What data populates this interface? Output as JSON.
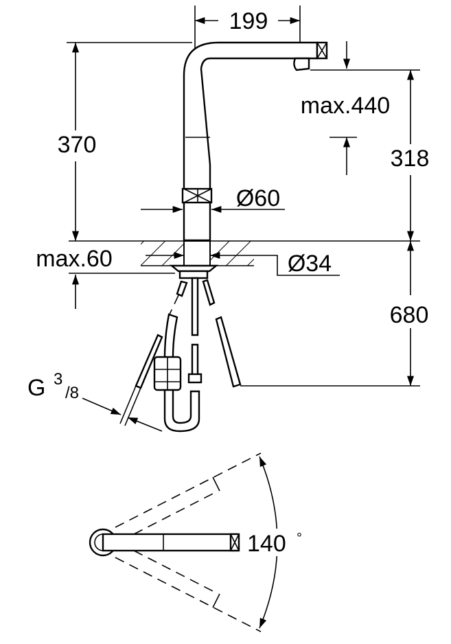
{
  "dimensions": {
    "spout_reach": "199",
    "max_height": "max.440",
    "total_height": "370",
    "spout_height": "318",
    "base_diameter": "Ø60",
    "max_counter": "max.60",
    "hole_diameter": "Ø34",
    "hose_length": "680",
    "connection_main": "G",
    "connection_num": "3",
    "connection_den": "/8",
    "swivel_angle": "140",
    "swivel_unit": "°"
  }
}
